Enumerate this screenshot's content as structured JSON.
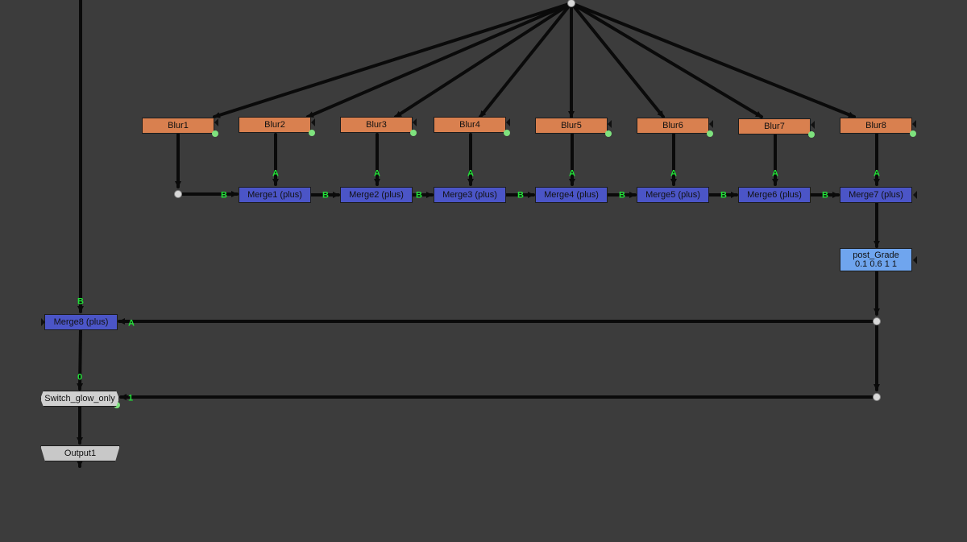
{
  "nodes": {
    "blur1": "Blur1",
    "blur2": "Blur2",
    "blur3": "Blur3",
    "blur4": "Blur4",
    "blur5": "Blur5",
    "blur6": "Blur6",
    "blur7": "Blur7",
    "blur8": "Blur8",
    "merge1": "Merge1 (plus)",
    "merge2": "Merge2 (plus)",
    "merge3": "Merge3 (plus)",
    "merge4": "Merge4 (plus)",
    "merge5": "Merge5 (plus)",
    "merge6": "Merge6 (plus)",
    "merge7": "Merge7 (plus)",
    "merge8": "Merge8 (plus)",
    "post_grade_name": "post_Grade",
    "post_grade_value": "0.1 0.6 1 1",
    "switch": "Switch_glow_only",
    "output": "Output1"
  },
  "input_labels": {
    "a": "A",
    "b": "B",
    "zero": "0",
    "one": "1"
  },
  "colors": {
    "background": "#3c3c3c",
    "blur_node": "#d9804f",
    "merge_node": "#4b55c7",
    "grade_node": "#6fa5ee",
    "switch_node": "#d0d0d0",
    "output_node": "#c8c8c8",
    "input_label": "#22e038",
    "edge": "#0a0a0a"
  }
}
